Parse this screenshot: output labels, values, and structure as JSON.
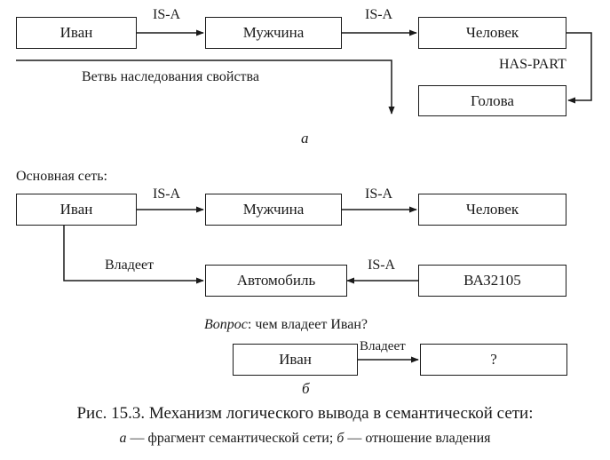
{
  "part_a": {
    "nodes": {
      "ivan": "Иван",
      "man": "Мужчина",
      "human": "Человек",
      "head": "Голова"
    },
    "edges": {
      "isa1": "IS-A",
      "isa2": "IS-A",
      "has_part": "HAS-PART"
    },
    "inheritance_label": "Ветвь наследования свойства",
    "letter": "а"
  },
  "part_b": {
    "network_title": "Основная сеть:",
    "nodes": {
      "ivan": "Иван",
      "man": "Мужчина",
      "human": "Человек",
      "car": "Автомобиль",
      "vaz": "ВАЗ2105"
    },
    "edges": {
      "isa1": "IS-A",
      "isa2": "IS-A",
      "owns": "Владеет",
      "isa3": "IS-A"
    },
    "question_prefix": "Вопрос",
    "question_text": ": чем владеет Иван?",
    "query": {
      "ivan": "Иван",
      "owns": "Владеет",
      "unknown": "?"
    },
    "letter": "б"
  },
  "caption": {
    "line1": "Рис. 15.3. Механизм логического вывода в семантической сети:",
    "line2_a": "а",
    "line2_a_text": " — фрагмент семантической сети; ",
    "line2_b": "б",
    "line2_b_text": " — отношение владения"
  }
}
